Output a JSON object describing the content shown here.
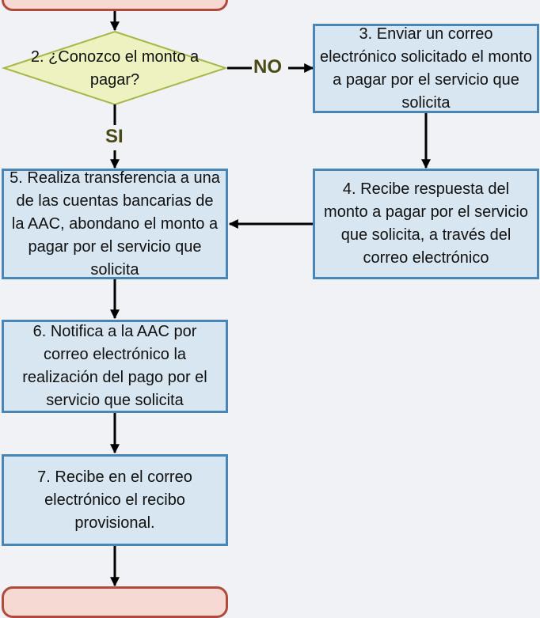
{
  "decision": {
    "text": "2. ¿Conozco el monto a pagar?"
  },
  "labels": {
    "no": "NO",
    "si": "SI"
  },
  "steps": {
    "step3": "3. Enviar un correo electrónico solicitado el monto a pagar por el servicio que solicita",
    "step4": "4. Recibe respuesta del monto a pagar por el servicio que solicita, a través del correo electrónico",
    "step5": "5. Realiza transferencia a una de las cuentas bancarias de la AAC, abondano el monto a pagar por el servicio que solicita",
    "step6": "6. Notifica a la AAC por correo electrónico la realización del pago por el servicio que solicita",
    "step7": "7. Recibe en el correo electrónico el recibo provisional."
  },
  "colors": {
    "process_fill": "#d7e6f0",
    "process_border": "#4a86b5",
    "decision_fill": "#eef2c0",
    "decision_border": "#a8b64a",
    "terminal_fill": "#f7d9d3",
    "terminal_border": "#b04a3a"
  }
}
